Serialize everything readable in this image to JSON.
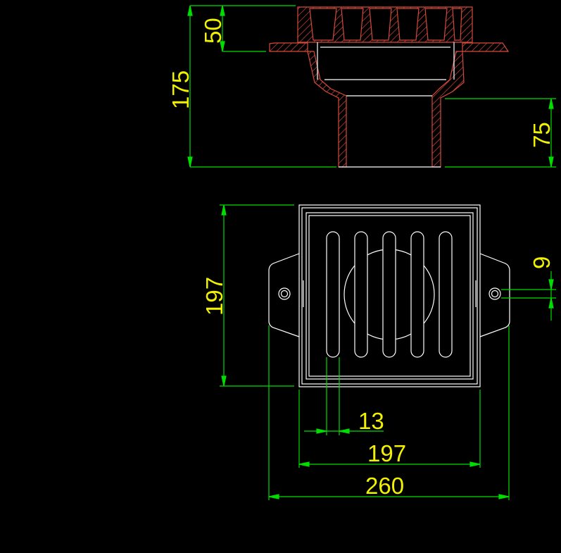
{
  "dimensions": {
    "height_total": "175",
    "height_grate": "50",
    "height_outlet": "75",
    "height_square": "197",
    "slot_width": "13",
    "width_square": "197",
    "width_total": "260",
    "hole_diameter": "9"
  },
  "colors": {
    "background": "#000000",
    "outline": "#ffffff",
    "hatch": "#d24a3c",
    "dimension_line": "#00dd00",
    "dimension_text": "#f2f200"
  }
}
